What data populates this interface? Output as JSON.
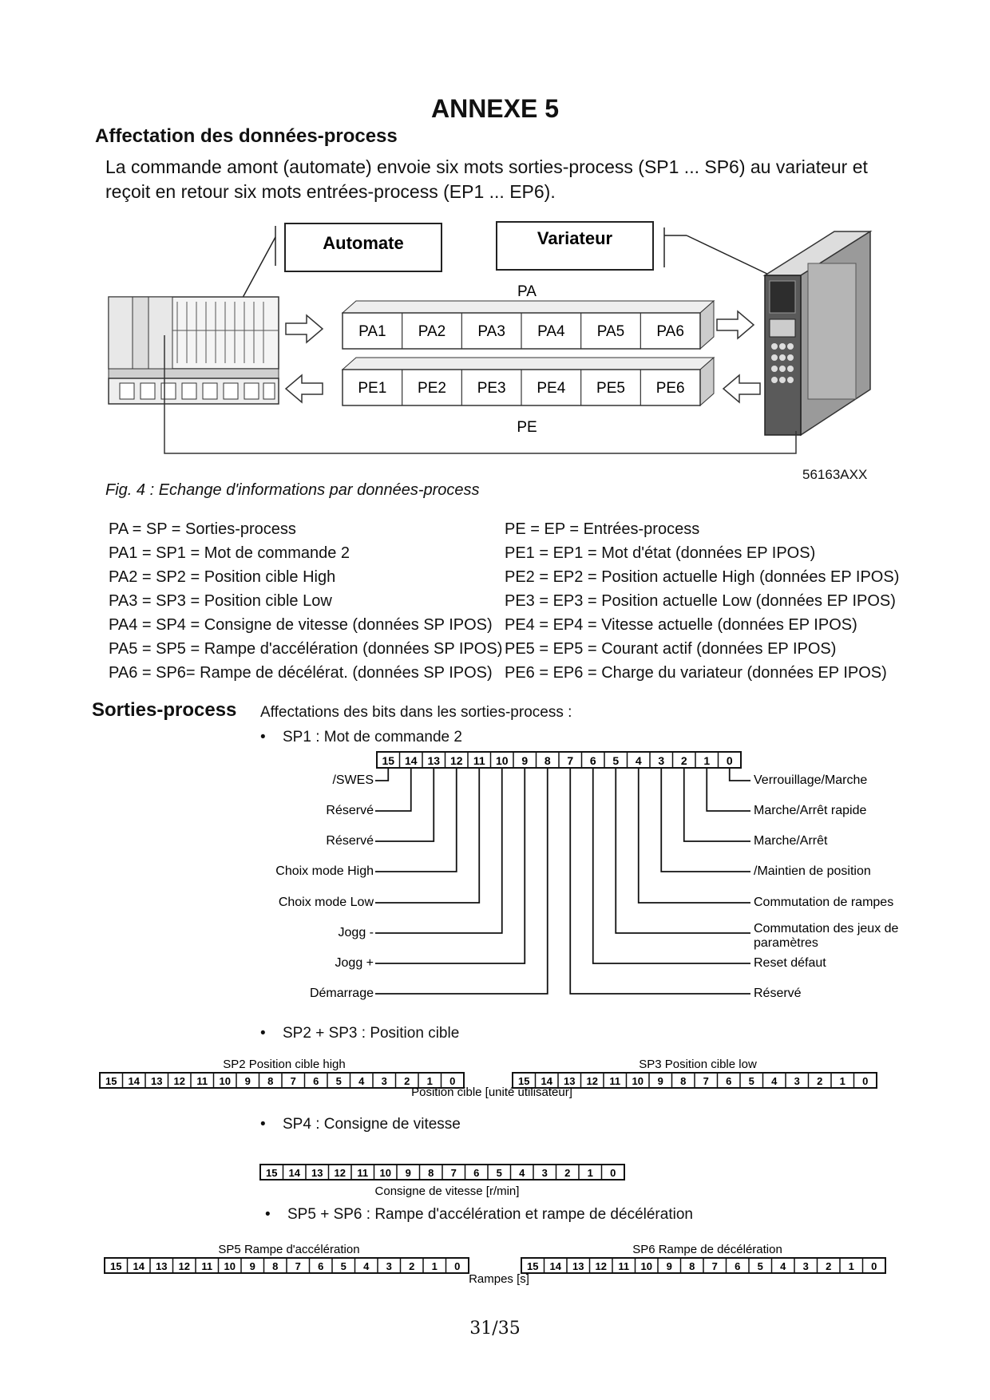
{
  "header": {
    "title": "ANNEXE 5",
    "subtitle": "Affectation des données-process",
    "intro": "La commande amont (automate) envoie six mots sorties-process (SP1 ... SP6) au variateur et reçoit en retour six mots entrées-process (EP1 ... EP6)."
  },
  "figure": {
    "automate_label": "Automate",
    "variateur_label": "Variateur",
    "pa_label": "PA",
    "pe_label": "PE",
    "pa_cells": [
      "PA1",
      "PA2",
      "PA3",
      "PA4",
      "PA5",
      "PA6"
    ],
    "pe_cells": [
      "PE1",
      "PE2",
      "PE3",
      "PE4",
      "PE5",
      "PE6"
    ],
    "code": "56163AXX",
    "caption": "Fig. 4 : Echange d'informations par données-process"
  },
  "legend": {
    "left": [
      "PA = SP = Sorties-process",
      "PA1 = SP1 = Mot de commande 2",
      "PA2 = SP2 = Position cible High",
      "PA3 = SP3 = Position cible Low",
      "PA4 = SP4 = Consigne de vitesse (données SP IPOS)",
      "PA5 = SP5 = Rampe d'accélération (données SP IPOS)",
      "PA6 = SP6= Rampe de décélérat. (données SP IPOS)"
    ],
    "right": [
      "PE = EP = Entrées-process",
      "PE1 = EP1 = Mot d'état (données EP IPOS)",
      "PE2 = EP2 = Position actuelle High (données EP IPOS)",
      "PE3 = EP3 = Position actuelle Low (données EP IPOS)",
      "PE4 = EP4 = Vitesse actuelle (données EP IPOS)",
      "PE5 = EP5 = Courant actif (données EP IPOS)",
      "PE6 = EP6 = Charge du variateur (données EP IPOS)"
    ]
  },
  "sorties": {
    "title": "Sorties-process",
    "intro": "Affectations des bits dans les sorties-process :",
    "bullet_char": "•",
    "sp1": {
      "name": "SP1",
      "desc": " : Mot de commande 2",
      "bits": [
        "15",
        "14",
        "13",
        "12",
        "11",
        "10",
        "9",
        "8",
        "7",
        "6",
        "5",
        "4",
        "3",
        "2",
        "1",
        "0"
      ],
      "left_labels": [
        "/SWES",
        "Réservé",
        "Réservé",
        "Choix mode High",
        "Choix mode Low",
        "Jogg -",
        "Jogg +",
        "Démarrage"
      ],
      "right_labels": [
        "Verrouillage/Marche",
        "Marche/Arrêt rapide",
        "Marche/Arrêt",
        "/Maintien de position",
        "Commutation de rampes",
        "Commutation des jeux de",
        "paramètres",
        "Reset défaut",
        "Réservé"
      ]
    },
    "sp23": {
      "bullet": "SP2 + SP3 : Position cible",
      "label_left": "SP2 Position cible high",
      "label_right": "SP3 Position cible low",
      "under": "Position cible [unité utilisateur]"
    },
    "sp4": {
      "bullet": "SP4 : Consigne de vitesse",
      "under": "Consigne de vitesse [r/min]"
    },
    "sp56": {
      "bullet": "SP5 + SP6 : Rampe d'accélération et rampe de décélération",
      "label_left": "SP5 Rampe d'accélération",
      "label_right": "SP6 Rampe de décélération",
      "under": "Rampes [s]"
    }
  },
  "footer": {
    "page": "31/35"
  }
}
